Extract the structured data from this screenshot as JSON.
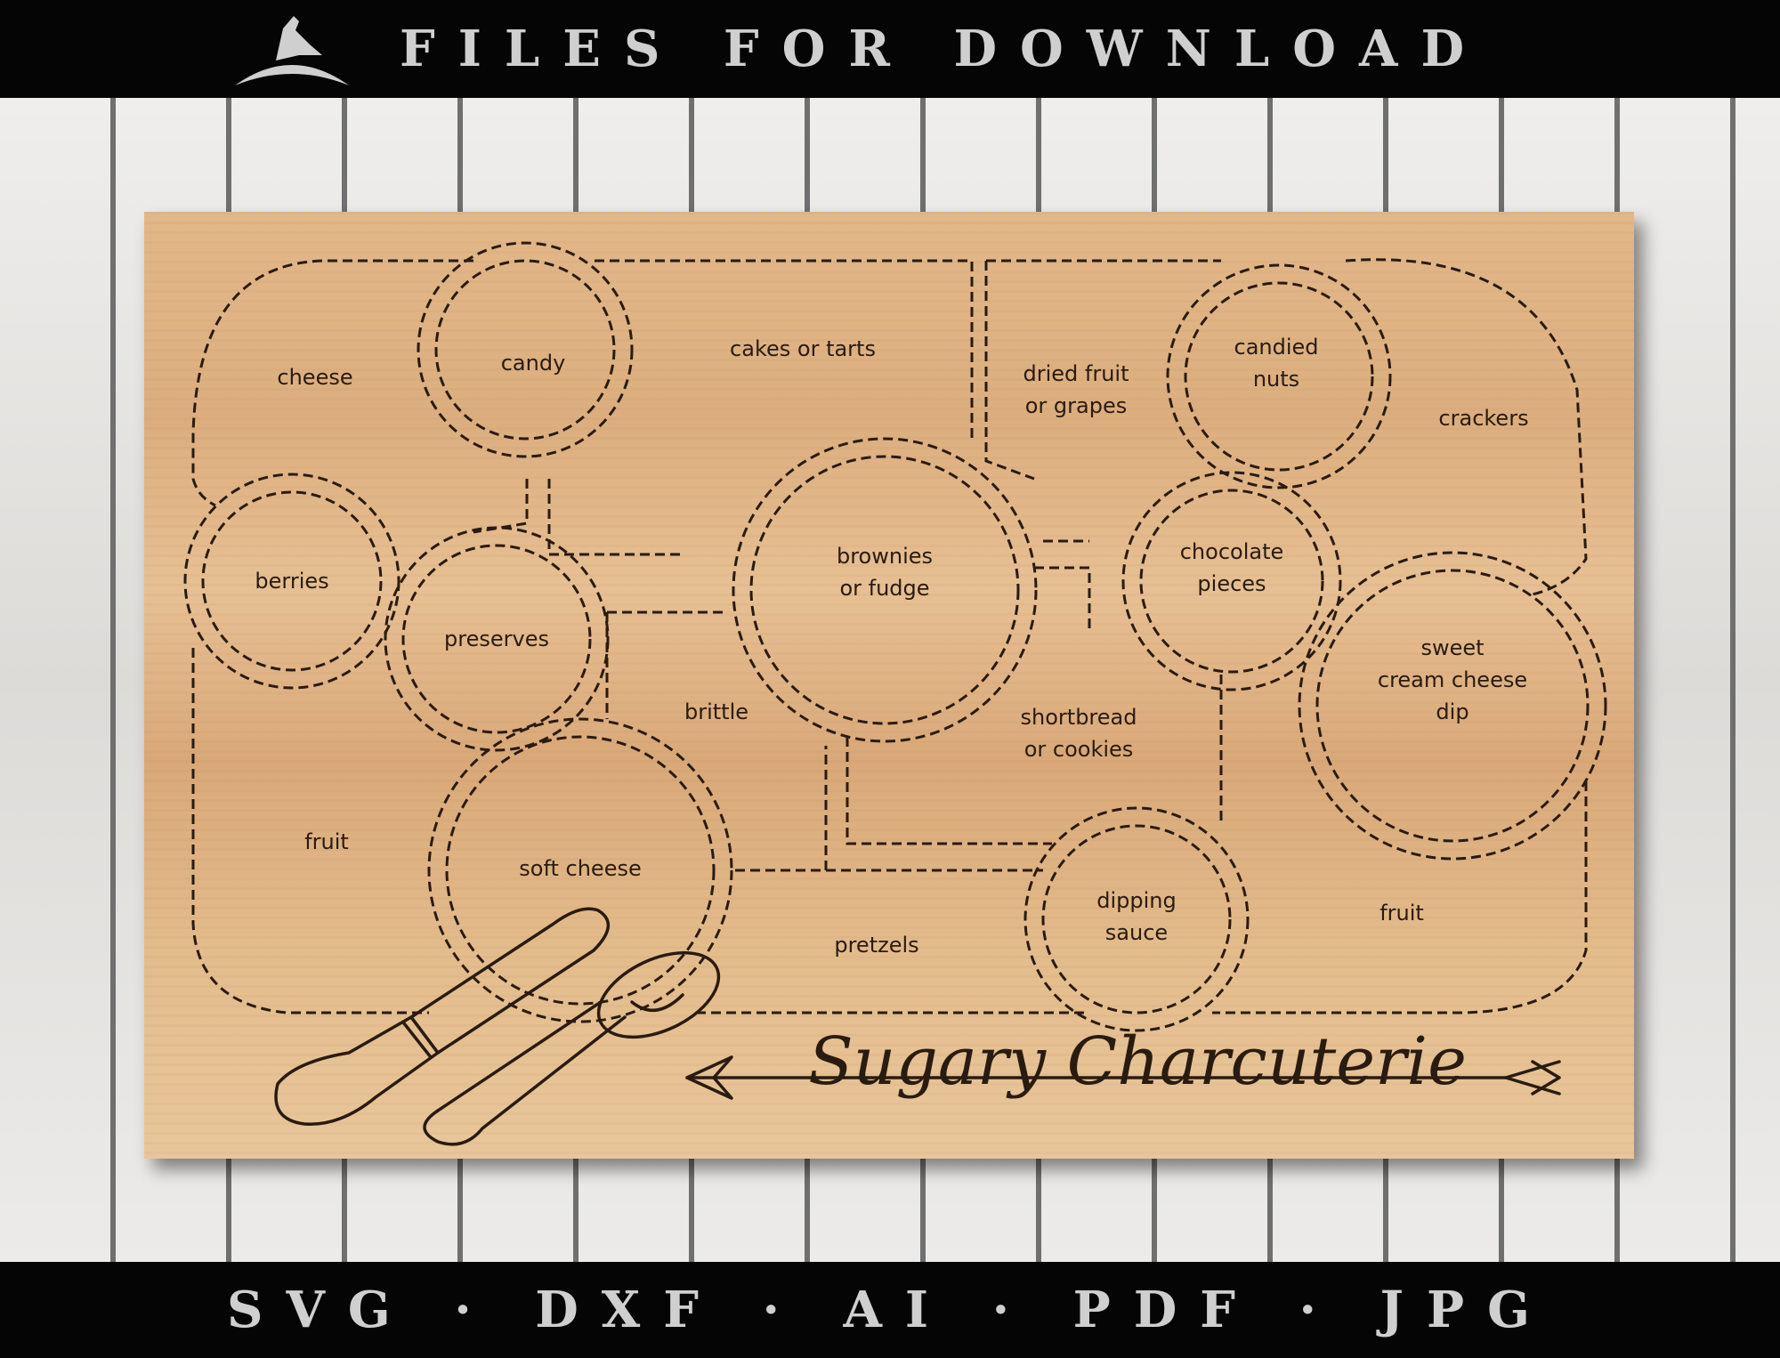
{
  "header": {
    "title": "FILES FOR DOWNLOAD",
    "logo_icon": "bird-on-arc-icon"
  },
  "footer": {
    "formats": "SVG · DXF · AI · PDF · JPG"
  },
  "board": {
    "title": "Sugary Charcuterie",
    "utensils": [
      "knife-icon",
      "spoon-icon"
    ],
    "arrow_icon": "arrow-icon",
    "compartments": {
      "cheese": "cheese",
      "candy": "candy",
      "cakes": "cakes or tarts",
      "dried_fruit": [
        "dried fruit",
        "or grapes"
      ],
      "candied_nuts": [
        "candied",
        "nuts"
      ],
      "crackers": "crackers",
      "berries": "berries",
      "preserves": "preserves",
      "brownies": [
        "brownies",
        "or fudge"
      ],
      "chocolate": [
        "chocolate",
        "pieces"
      ],
      "sweet_dip": [
        "sweet",
        "cream cheese",
        "dip"
      ],
      "brittle": "brittle",
      "shortbread": [
        "shortbread",
        "or cookies"
      ],
      "fruit_left": "fruit",
      "soft_cheese": "soft cheese",
      "dipping_sauce": [
        "dipping",
        "sauce"
      ],
      "pretzels": "pretzels",
      "fruit_right": "fruit"
    }
  },
  "colors": {
    "banner_bg": "#050505",
    "banner_text": "#cfcfcf",
    "wood": "#dfb483",
    "engraving": "#2a1b10"
  }
}
